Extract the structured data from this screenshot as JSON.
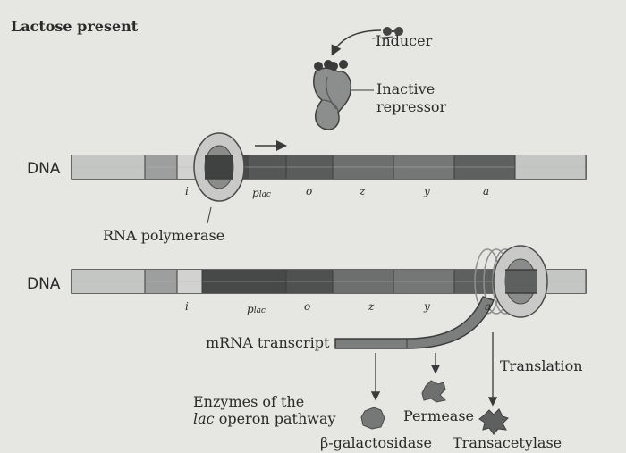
{
  "title": "Lactose present",
  "labels": {
    "inducer": "Inducer",
    "inactive_repressor_line1": "Inactive",
    "inactive_repressor_line2": "repressor",
    "dna_top": "DNA",
    "dna_bottom": "DNA",
    "rna_polymerase": "RNA polymerase",
    "mrna_transcript": "mRNA transcript",
    "translation": "Translation",
    "enzymes_line1": "Enzymes of the",
    "enzymes_line2_italic": "lac",
    "enzymes_line2_rest": " operon pathway",
    "permease": "Permease",
    "beta_galactosidase": "β-galactosidase",
    "transacetylase": "Transacetylase"
  },
  "genes_top": {
    "i": "i",
    "p": "p",
    "p_sub": "lac",
    "o": "o",
    "z": "z",
    "y": "y",
    "a": "a"
  },
  "genes_bottom": {
    "i": "i",
    "p": "p",
    "p_sub": "lac",
    "o": "o",
    "z": "z",
    "y": "y",
    "a": "a"
  },
  "colors": {
    "background": "#e6e6e3",
    "dna_light": "#c4c6c4",
    "dna_mid": "#8a8d8b",
    "dna_dark": "#474948",
    "protein": "#7f8280",
    "outline": "#3c3c3c"
  }
}
